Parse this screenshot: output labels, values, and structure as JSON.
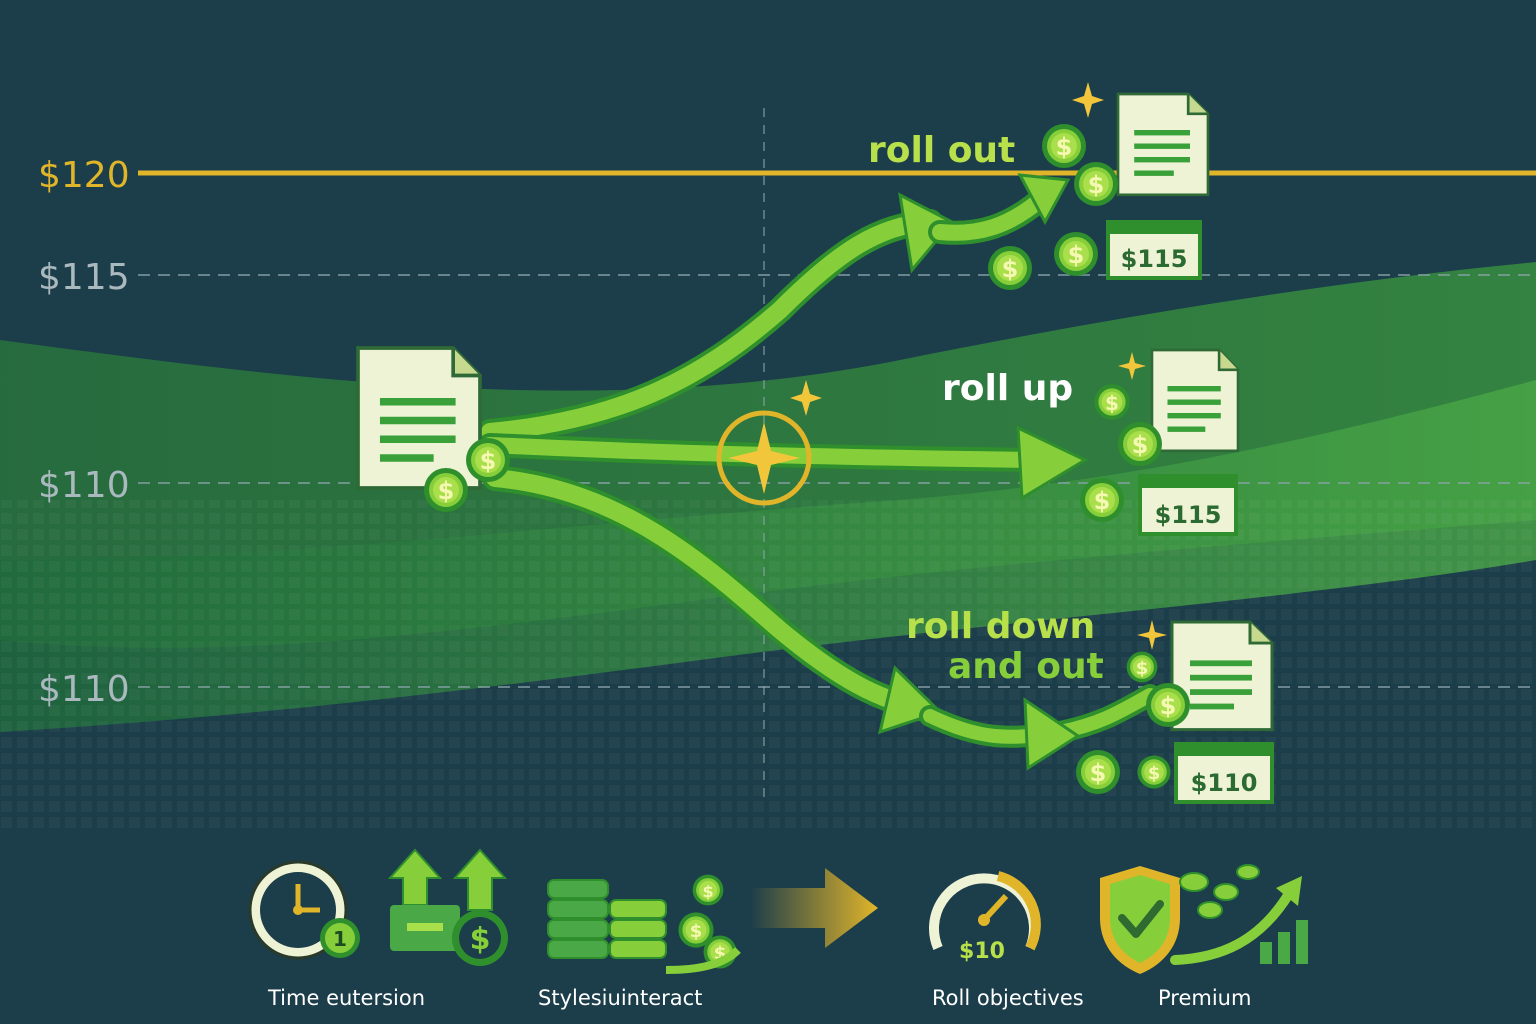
{
  "colors": {
    "background": "#1c3d4a",
    "gold": "#e1b52a",
    "green_arrow": "#86cf3a",
    "green_dark": "#2f8f2c",
    "paper": "#eef3d6",
    "text_light": "#ffffff",
    "price_muted": "#a9b9bd",
    "label_green": "#b7e04a"
  },
  "price_levels": [
    {
      "label": "$120",
      "style": "solid-gold"
    },
    {
      "label": "$115",
      "style": "dashed"
    },
    {
      "label": "$110",
      "style": "dashed"
    },
    {
      "label": "$110",
      "style": "dashed"
    }
  ],
  "strategies": [
    {
      "label_line1": "roll out",
      "label_line2": "",
      "strike_tag": "$115",
      "label_color": "lime"
    },
    {
      "label_line1": "roll up",
      "label_line2": "",
      "strike_tag": "$115",
      "label_color": "white"
    },
    {
      "label_line1": "roll down",
      "label_line2": "and out",
      "strike_tag": "$110",
      "label_color": "lime"
    }
  ],
  "coin_symbol": "$",
  "footer": {
    "captions": [
      "Time eutersion",
      "Stylesiuinteract",
      "Roll objectives",
      "Premium"
    ],
    "icons": [
      {
        "name": "clock-icon",
        "badge": "1"
      },
      {
        "name": "up-arrows-dollar-icon"
      },
      {
        "name": "coin-stacks-icon"
      },
      {
        "name": "arrow-right-icon"
      },
      {
        "name": "gauge-icon",
        "badge": "$10"
      },
      {
        "name": "shield-check-icon"
      },
      {
        "name": "coins-growth-chart-icon"
      }
    ]
  }
}
